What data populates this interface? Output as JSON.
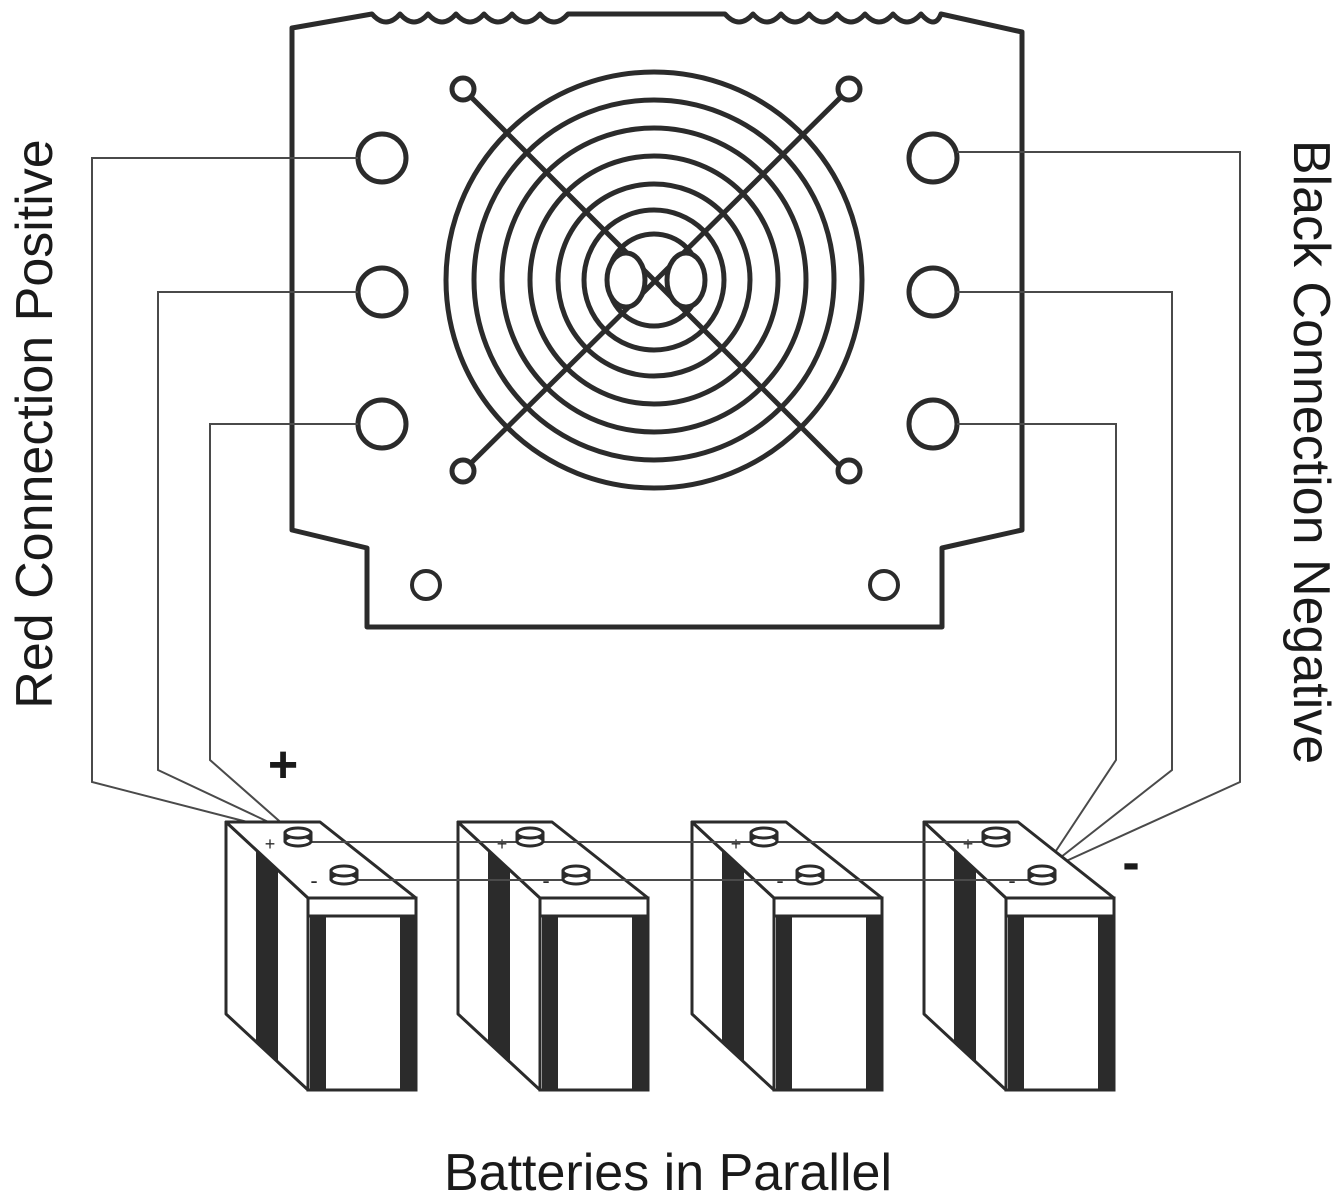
{
  "labels": {
    "left": "Red Connection Positive",
    "right": "Black Connection Negative",
    "bottom": "Batteries in Parallel"
  },
  "symbols": {
    "positive": "+",
    "negative": "-",
    "terminal_plus": "+",
    "terminal_minus": "-"
  },
  "inverter": {
    "fan_icon": "fan-grille-icon",
    "left_terminal_count": 3,
    "right_terminal_count": 3
  },
  "batteries": {
    "count": 4,
    "icon": "battery-icon"
  },
  "colors": {
    "stroke": "#2b2b2b",
    "wire": "#4a4a4a",
    "stripe": "#2b2b2b",
    "background": "#ffffff"
  }
}
